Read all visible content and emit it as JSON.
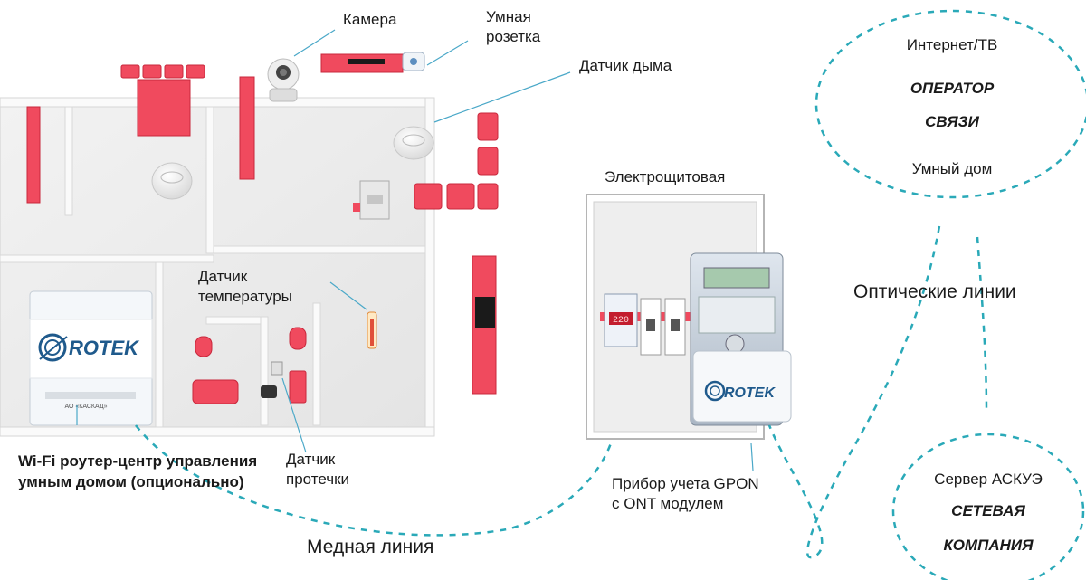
{
  "labels": {
    "camera": "Камера",
    "smart_socket_line1": "Умная",
    "smart_socket_line2": "розетка",
    "smoke_sensor": "Датчик дыма",
    "temp_sensor_line1": "Датчик",
    "temp_sensor_line2": "температуры",
    "leak_sensor_line1": "Датчик",
    "leak_sensor_line2": "протечки",
    "router_line1": "Wi-Fi роутер-центр управления",
    "router_line2": "умным домом  (опционально)",
    "panel_title": "Электрощитовая",
    "meter_line1": "Прибор учета GPON",
    "meter_line2": "с ONT модулем",
    "copper_line": "Медная линия",
    "optical_lines": "Оптические линии"
  },
  "operator_cloud": {
    "top": "Интернет/ТВ",
    "title_line1": "ОПЕРАТОР",
    "title_line2": "СВЯЗИ",
    "bottom": "Умный дом"
  },
  "grid_cloud": {
    "top": "Сервер АСКУЭ",
    "title_line1": "СЕТЕВАЯ",
    "title_line2": "КОМПАНИЯ"
  },
  "devices": {
    "router_logo": "ROTEK",
    "router_brand": "АО «КАСКАД»",
    "meter_logo": "ROTEK",
    "relay_display": "220"
  },
  "colors": {
    "furniture": "#f04a5e",
    "dashed_line": "#2aa9b8",
    "logo_blue": "#1f5a8c"
  }
}
